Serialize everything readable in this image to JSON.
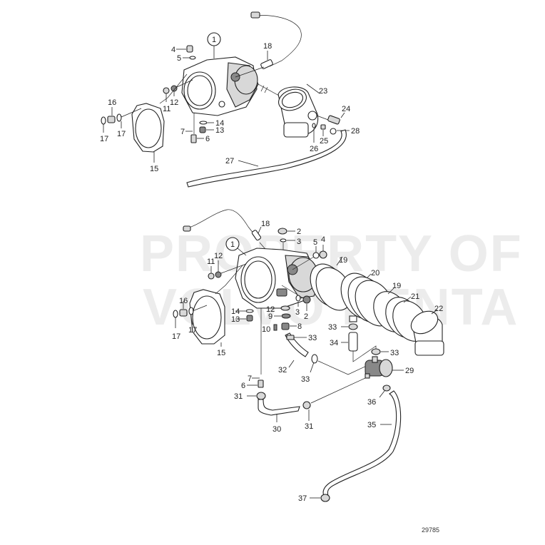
{
  "diagram": {
    "title": "Exploded parts diagram - exhaust/turbo housing and hoses",
    "figure_number": "29785",
    "watermark": {
      "line1": "PROPERTY OF",
      "line2": "VOLVO PENTA",
      "color": "#ececec"
    },
    "upper_assembly": {
      "callout_main": "1",
      "labels": [
        "4",
        "5",
        "18",
        "11",
        "12",
        "16",
        "17",
        "17",
        "14",
        "13",
        "7",
        "6",
        "15",
        "23",
        "24",
        "28",
        "25",
        "26",
        "27"
      ]
    },
    "lower_assembly": {
      "callout_main": "1",
      "labels": [
        "18",
        "2",
        "3",
        "5",
        "4",
        "12",
        "11",
        "19",
        "20",
        "19",
        "21",
        "22",
        "16",
        "17",
        "17",
        "14",
        "13",
        "12",
        "9",
        "10",
        "8",
        "3",
        "2",
        "33",
        "33",
        "34",
        "33",
        "32",
        "33",
        "29",
        "7",
        "6",
        "31",
        "30",
        "31",
        "36",
        "35",
        "37",
        "15"
      ]
    }
  },
  "labels": {
    "u1": "1",
    "u4": "4",
    "u5": "5",
    "u18": "18",
    "u11": "11",
    "u12": "12",
    "u16": "16",
    "u17a": "17",
    "u17b": "17",
    "u14": "14",
    "u13": "13",
    "u7": "7",
    "u6": "6",
    "u15": "15",
    "u23": "23",
    "u24": "24",
    "u28": "28",
    "u25": "25",
    "u26": "26",
    "u27": "27",
    "l1": "1",
    "l18": "18",
    "l2a": "2",
    "l3a": "3",
    "l5": "5",
    "l4": "4",
    "l12a": "12",
    "l11": "11",
    "l19a": "19",
    "l20": "20",
    "l19b": "19",
    "l21": "21",
    "l22": "22",
    "l16": "16",
    "l17a": "17",
    "l17b": "17",
    "l14": "14",
    "l13": "13",
    "l15": "15",
    "l12b": "12",
    "l9": "9",
    "l10": "10",
    "l8": "8",
    "l3b": "3",
    "l2b": "2",
    "l33a": "33",
    "l33b": "33",
    "l34": "34",
    "l33c": "33",
    "l32": "32",
    "l33d": "33",
    "l29": "29",
    "l7": "7",
    "l6": "6",
    "l31a": "31",
    "l30": "30",
    "l31b": "31",
    "l36": "36",
    "l35": "35",
    "l37": "37"
  }
}
